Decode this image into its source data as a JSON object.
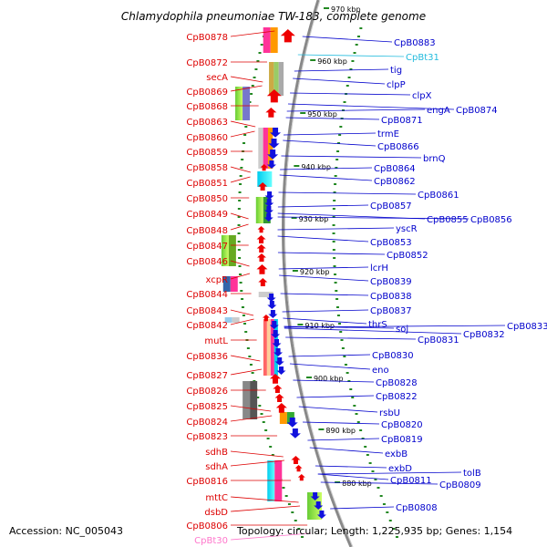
{
  "title": "Chlamydophila pneumoniae TW-183, complete genome",
  "footer": {
    "accession": "Accession: NC_005043",
    "topology": "Topology: circular; Length: 1,225,935 bp; Genes: 1,154"
  },
  "colors": {
    "left_label": "#dd0000",
    "right_label": "#0000cc",
    "rna_label": "#22bbdd",
    "pseudo_label": "#ff77cc",
    "forward_arrow": "#ee0000",
    "reverse_arrow": "#1111dd",
    "tick_dots": "#228822",
    "backbone": "#888888"
  },
  "scale_labels": [
    "970 kbp",
    "960 kbp",
    "950 kbp",
    "940 kbp",
    "930 kbp",
    "920 kbp",
    "910 kbp",
    "900 kbp",
    "890 kbp",
    "880 kbp"
  ],
  "left_labels": [
    "CpB0878",
    "CpB0872",
    "secA",
    "CpB0869",
    "CpB0868",
    "CpB0863",
    "CpB0860",
    "CpB0859",
    "CpB0858",
    "CpB0851",
    "CpB0850",
    "CpB0849",
    "CpB0848",
    "CpB0847",
    "CpB0846",
    "xcpR",
    "CpB0844",
    "CpB0843",
    "CpB0842",
    "mutL",
    "CpB0836",
    "CpB0827",
    "CpB0826",
    "CpB0825",
    "CpB0824",
    "CpB0823",
    "sdhB",
    "sdhA",
    "CpB0816",
    "mttC",
    "dsbD",
    "CpB0806",
    "CpBt30"
  ],
  "right_labels": [
    "CpB0883",
    "CpBt31",
    "tig",
    "clpP",
    "clpX",
    "engA",
    "CpB0874",
    "CpB0871",
    "trmE",
    "CpB0866",
    "brnQ",
    "CpB0864",
    "CpB0862",
    "CpB0861",
    "CpB0857",
    "CpB0855",
    "CpB0856",
    "yscR",
    "CpB0853",
    "CpB0852",
    "lcrH",
    "CpB0839",
    "CpB0838",
    "CpB0837",
    "thrS",
    "soj",
    "CpB0833",
    "CpB0832",
    "CpB0831",
    "CpB0830",
    "eno",
    "CpB0828",
    "CpB0822",
    "rsbU",
    "CpB0820",
    "CpB0819",
    "exbB",
    "exbD",
    "tolB",
    "CpB0811",
    "CpB0809",
    "CpB0808"
  ]
}
